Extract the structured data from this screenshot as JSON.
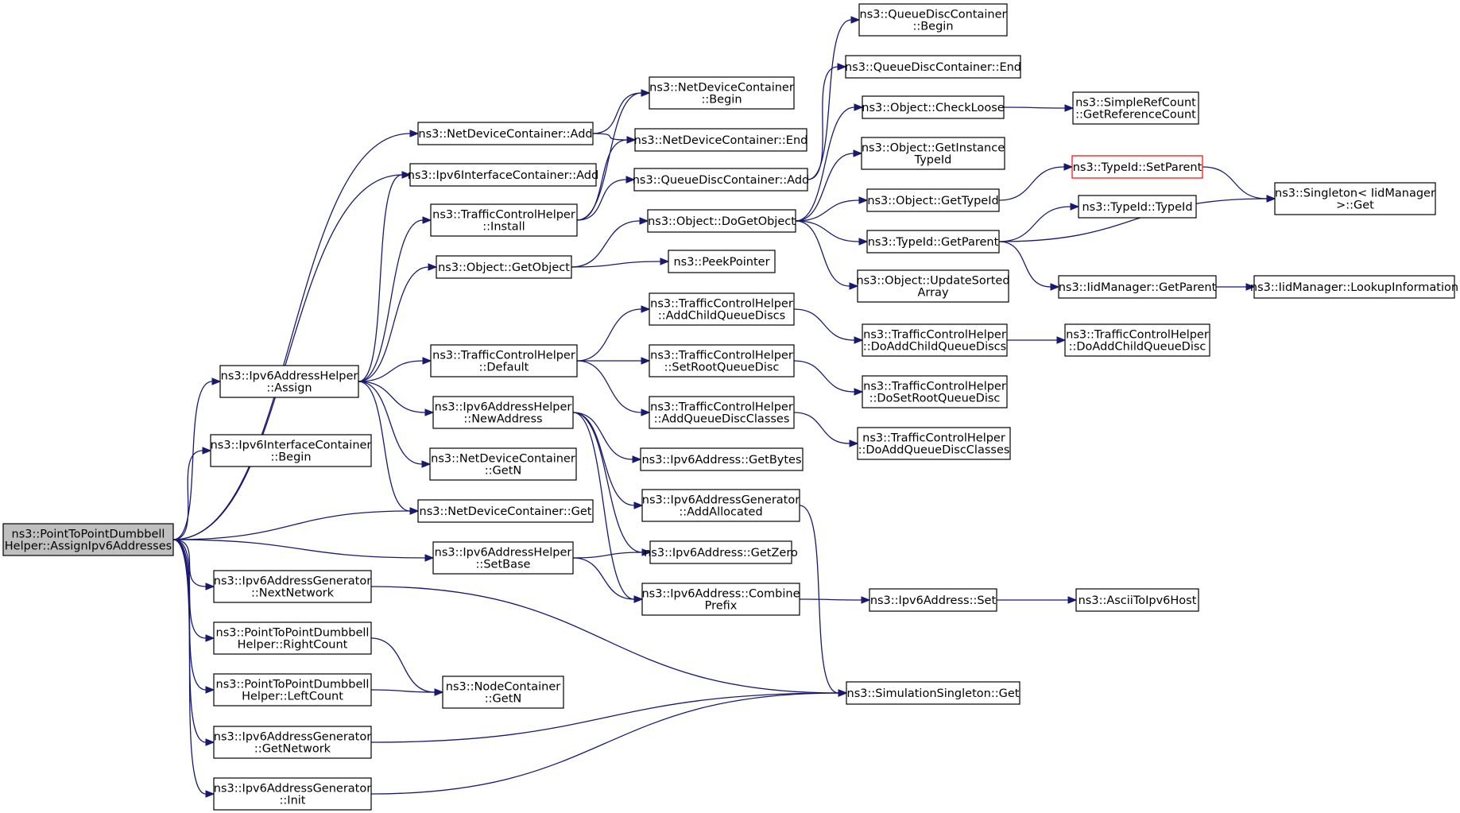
{
  "nodes": [
    {
      "id": "root",
      "lines": [
        "ns3::PointToPointDumbbell",
        "Helper::AssignIpv6Addresses"
      ],
      "root": true
    },
    {
      "id": "ndc_add",
      "lines": [
        "ns3::NetDeviceContainer::Add"
      ]
    },
    {
      "id": "ipv6ic_add",
      "lines": [
        "ns3::Ipv6InterfaceContainer::Add"
      ]
    },
    {
      "id": "ipv6ah_assign",
      "lines": [
        "ns3::Ipv6AddressHelper",
        "::Assign"
      ]
    },
    {
      "id": "ipv6ic_begin",
      "lines": [
        "ns3::Ipv6InterfaceContainer",
        "::Begin"
      ]
    },
    {
      "id": "ndc_get",
      "lines": [
        "ns3::NetDeviceContainer::Get"
      ]
    },
    {
      "id": "ipv6ah_setbase",
      "lines": [
        "ns3::Ipv6AddressHelper",
        "::SetBase"
      ]
    },
    {
      "id": "ipv6ag_nextnetwork",
      "lines": [
        "ns3::Ipv6AddressGenerator",
        "::NextNetwork"
      ]
    },
    {
      "id": "p2p_rightcount",
      "lines": [
        "ns3::PointToPointDumbbell",
        "Helper::RightCount"
      ]
    },
    {
      "id": "p2p_leftcount",
      "lines": [
        "ns3::PointToPointDumbbell",
        "Helper::LeftCount"
      ]
    },
    {
      "id": "ipv6ag_getnetwork",
      "lines": [
        "ns3::Ipv6AddressGenerator",
        "::GetNetwork"
      ]
    },
    {
      "id": "ipv6ag_init",
      "lines": [
        "ns3::Ipv6AddressGenerator",
        "::Init"
      ]
    },
    {
      "id": "ndc_begin",
      "lines": [
        "ns3::NetDeviceContainer",
        "::Begin"
      ]
    },
    {
      "id": "ndc_end",
      "lines": [
        "ns3::NetDeviceContainer::End"
      ]
    },
    {
      "id": "tch_install",
      "lines": [
        "ns3::TrafficControlHelper",
        "::Install"
      ]
    },
    {
      "id": "obj_getobject",
      "lines": [
        "ns3::Object::GetObject"
      ]
    },
    {
      "id": "tch_default",
      "lines": [
        "ns3::TrafficControlHelper",
        "::Default"
      ]
    },
    {
      "id": "ipv6ah_newaddress",
      "lines": [
        "ns3::Ipv6AddressHelper",
        "::NewAddress"
      ]
    },
    {
      "id": "ndc_getn",
      "lines": [
        "ns3::NetDeviceContainer",
        "::GetN"
      ]
    },
    {
      "id": "nc_getn",
      "lines": [
        "ns3::NodeContainer",
        "::GetN"
      ]
    },
    {
      "id": "qdc_add",
      "lines": [
        "ns3::QueueDiscContainer::Add"
      ]
    },
    {
      "id": "obj_dogetobject",
      "lines": [
        "ns3::Object::DoGetObject"
      ]
    },
    {
      "id": "peekpointer",
      "lines": [
        "ns3::PeekPointer"
      ]
    },
    {
      "id": "tch_addchildqueuediscs",
      "lines": [
        "ns3::TrafficControlHelper",
        "::AddChildQueueDiscs"
      ]
    },
    {
      "id": "tch_setrootqueuedisc",
      "lines": [
        "ns3::TrafficControlHelper",
        "::SetRootQueueDisc"
      ]
    },
    {
      "id": "tch_addqueuediscclasses",
      "lines": [
        "ns3::TrafficControlHelper",
        "::AddQueueDiscClasses"
      ]
    },
    {
      "id": "ipv6a_getbytes",
      "lines": [
        "ns3::Ipv6Address::GetBytes"
      ]
    },
    {
      "id": "ipv6ag_addallocated",
      "lines": [
        "ns3::Ipv6AddressGenerator",
        "::AddAllocated"
      ]
    },
    {
      "id": "ipv6a_getzero",
      "lines": [
        "ns3::Ipv6Address::GetZero"
      ]
    },
    {
      "id": "ipv6a_combineprefix",
      "lines": [
        "ns3::Ipv6Address::Combine",
        "Prefix"
      ]
    },
    {
      "id": "qdc_begin",
      "lines": [
        "ns3::QueueDiscContainer",
        "::Begin"
      ]
    },
    {
      "id": "qdc_end",
      "lines": [
        "ns3::QueueDiscContainer::End"
      ]
    },
    {
      "id": "obj_checkloose",
      "lines": [
        "ns3::Object::CheckLoose"
      ]
    },
    {
      "id": "obj_getinstancetypeid",
      "lines": [
        "ns3::Object::GetInstance",
        "TypeId"
      ]
    },
    {
      "id": "obj_gettypeid",
      "lines": [
        "ns3::Object::GetTypeId"
      ]
    },
    {
      "id": "typeid_getparent",
      "lines": [
        "ns3::TypeId::GetParent"
      ]
    },
    {
      "id": "obj_updatesortedarray",
      "lines": [
        "ns3::Object::UpdateSorted",
        "Array"
      ]
    },
    {
      "id": "tch_doaddchildqueuediscs",
      "lines": [
        "ns3::TrafficControlHelper",
        "::DoAddChildQueueDiscs"
      ]
    },
    {
      "id": "tch_dosetrootqueuedisc",
      "lines": [
        "ns3::TrafficControlHelper",
        "::DoSetRootQueueDisc"
      ]
    },
    {
      "id": "tch_doaddqueuediscclasses",
      "lines": [
        "ns3::TrafficControlHelper",
        "::DoAddQueueDiscClasses"
      ]
    },
    {
      "id": "ipv6a_set",
      "lines": [
        "ns3::Ipv6Address::Set"
      ]
    },
    {
      "id": "simsingleton_get",
      "lines": [
        "ns3::SimulationSingleton::Get"
      ]
    },
    {
      "id": "simplerefcount_getrefcount",
      "lines": [
        "ns3::SimpleRefCount",
        "::GetReferenceCount"
      ]
    },
    {
      "id": "typeid_setparent",
      "lines": [
        "ns3::TypeId::SetParent"
      ],
      "truncated": true
    },
    {
      "id": "typeid_typeid",
      "lines": [
        "ns3::TypeId::TypeId"
      ]
    },
    {
      "id": "iidmanager_getparent",
      "lines": [
        "ns3::IidManager::GetParent"
      ]
    },
    {
      "id": "asciitoipv6host",
      "lines": [
        "ns3::AsciiToIpv6Host"
      ]
    },
    {
      "id": "tch_doaddchildqueuedisc",
      "lines": [
        "ns3::TrafficControlHelper",
        "::DoAddChildQueueDisc"
      ]
    },
    {
      "id": "singleton_get",
      "lines": [
        "ns3::Singleton< IidManager",
        " >::Get"
      ]
    },
    {
      "id": "iidmanager_lookupinformation",
      "lines": [
        "ns3::IidManager::LookupInformation"
      ]
    }
  ],
  "edges": [
    [
      "root",
      "ndc_add"
    ],
    [
      "root",
      "ipv6ic_add"
    ],
    [
      "root",
      "ipv6ah_assign"
    ],
    [
      "root",
      "ipv6ic_begin"
    ],
    [
      "root",
      "ndc_get"
    ],
    [
      "root",
      "ipv6ah_setbase"
    ],
    [
      "root",
      "ipv6ag_nextnetwork"
    ],
    [
      "root",
      "p2p_rightcount"
    ],
    [
      "root",
      "p2p_leftcount"
    ],
    [
      "root",
      "ipv6ag_getnetwork"
    ],
    [
      "root",
      "ipv6ag_init"
    ],
    [
      "ndc_add",
      "ndc_begin"
    ],
    [
      "ndc_add",
      "ndc_end"
    ],
    [
      "ipv6ah_assign",
      "ipv6ic_add"
    ],
    [
      "ipv6ah_assign",
      "tch_install"
    ],
    [
      "ipv6ah_assign",
      "obj_getobject"
    ],
    [
      "ipv6ah_assign",
      "tch_default"
    ],
    [
      "ipv6ah_assign",
      "ipv6ah_newaddress"
    ],
    [
      "ipv6ah_assign",
      "ndc_getn"
    ],
    [
      "ipv6ah_assign",
      "ndc_get"
    ],
    [
      "ipv6ah_setbase",
      "ipv6a_getzero"
    ],
    [
      "ipv6ah_setbase",
      "ipv6a_combineprefix"
    ],
    [
      "ipv6ag_nextnetwork",
      "simsingleton_get"
    ],
    [
      "p2p_rightcount",
      "nc_getn"
    ],
    [
      "p2p_leftcount",
      "nc_getn"
    ],
    [
      "ipv6ag_getnetwork",
      "simsingleton_get"
    ],
    [
      "ipv6ag_init",
      "simsingleton_get"
    ],
    [
      "tch_install",
      "ndc_begin"
    ],
    [
      "tch_install",
      "ndc_end"
    ],
    [
      "tch_install",
      "qdc_add"
    ],
    [
      "obj_getobject",
      "obj_dogetobject"
    ],
    [
      "obj_getobject",
      "peekpointer"
    ],
    [
      "tch_default",
      "tch_addchildqueuediscs"
    ],
    [
      "tch_default",
      "tch_setrootqueuedisc"
    ],
    [
      "tch_default",
      "tch_addqueuediscclasses"
    ],
    [
      "ipv6ah_newaddress",
      "ipv6a_getbytes"
    ],
    [
      "ipv6ah_newaddress",
      "ipv6ag_addallocated"
    ],
    [
      "ipv6ah_newaddress",
      "ipv6a_getzero"
    ],
    [
      "ipv6ah_newaddress",
      "ipv6a_combineprefix"
    ],
    [
      "qdc_add",
      "qdc_begin"
    ],
    [
      "qdc_add",
      "qdc_end"
    ],
    [
      "obj_dogetobject",
      "obj_checkloose"
    ],
    [
      "obj_dogetobject",
      "obj_getinstancetypeid"
    ],
    [
      "obj_dogetobject",
      "obj_gettypeid"
    ],
    [
      "obj_dogetobject",
      "typeid_getparent"
    ],
    [
      "obj_dogetobject",
      "obj_updatesortedarray"
    ],
    [
      "tch_addchildqueuediscs",
      "tch_doaddchildqueuediscs"
    ],
    [
      "tch_setrootqueuedisc",
      "tch_dosetrootqueuedisc"
    ],
    [
      "tch_addqueuediscclasses",
      "tch_doaddqueuediscclasses"
    ],
    [
      "ipv6ag_addallocated",
      "simsingleton_get"
    ],
    [
      "ipv6a_combineprefix",
      "ipv6a_set"
    ],
    [
      "obj_checkloose",
      "simplerefcount_getrefcount"
    ],
    [
      "obj_gettypeid",
      "typeid_setparent"
    ],
    [
      "typeid_getparent",
      "typeid_typeid"
    ],
    [
      "typeid_getparent",
      "singleton_get"
    ],
    [
      "typeid_getparent",
      "iidmanager_getparent"
    ],
    [
      "typeid_setparent",
      "singleton_get"
    ],
    [
      "ipv6a_set",
      "asciitoipv6host"
    ],
    [
      "tch_doaddchildqueuediscs",
      "tch_doaddchildqueuedisc"
    ],
    [
      "iidmanager_getparent",
      "iidmanager_lookupinformation"
    ]
  ]
}
